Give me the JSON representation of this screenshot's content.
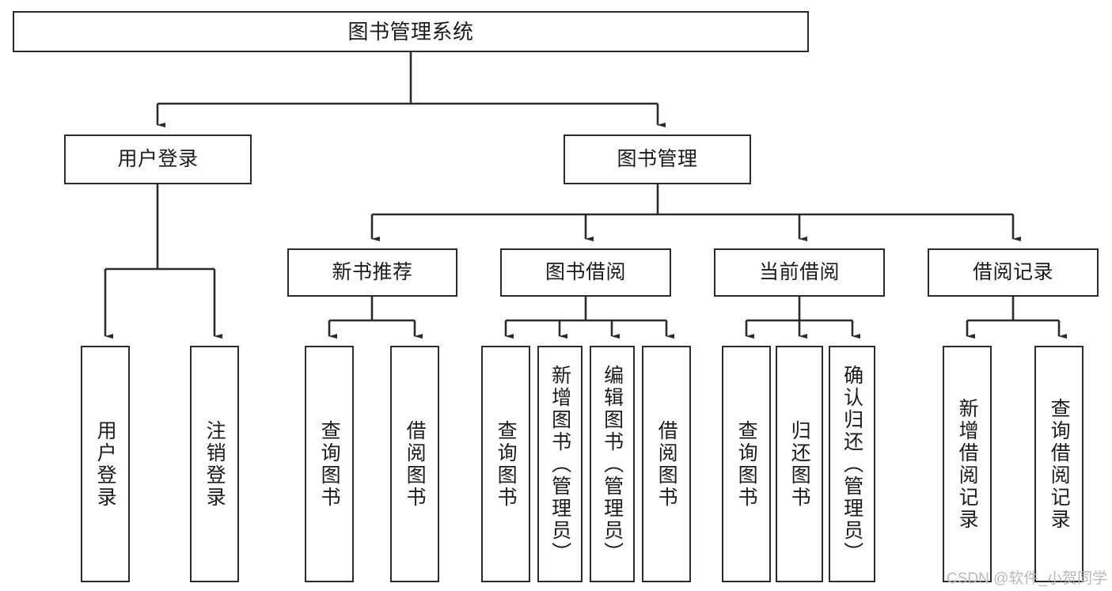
{
  "diagram": {
    "type": "tree",
    "title": "图书管理系统",
    "watermark": "CSDN @软件_小贺同学",
    "line_color": "#2b2b2b",
    "box_fill": "#ffffff",
    "text_color": "#1b1b1b",
    "root": {
      "label": "图书管理系统"
    },
    "level2": [
      {
        "label": "用户登录"
      },
      {
        "label": "图书管理"
      }
    ],
    "level3": [
      {
        "label": "新书推荐"
      },
      {
        "label": "图书借阅"
      },
      {
        "label": "当前借阅"
      },
      {
        "label": "借阅记录"
      }
    ],
    "leaves": [
      {
        "label": "用户登录",
        "parent": "用户登录"
      },
      {
        "label": "注销登录",
        "parent": "用户登录"
      },
      {
        "label": "查询图书",
        "parent": "新书推荐"
      },
      {
        "label": "借阅图书",
        "parent": "新书推荐"
      },
      {
        "label": "查询图书",
        "parent": "图书借阅"
      },
      {
        "label": "新增图书（管理员）",
        "parent": "图书借阅"
      },
      {
        "label": "编辑图书（管理员）",
        "parent": "图书借阅"
      },
      {
        "label": "借阅图书",
        "parent": "图书借阅"
      },
      {
        "label": "查询图书",
        "parent": "当前借阅"
      },
      {
        "label": "归还图书",
        "parent": "当前借阅"
      },
      {
        "label": "确认归还（管理员）",
        "parent": "当前借阅"
      },
      {
        "label": "新增借阅记录",
        "parent": "借阅记录"
      },
      {
        "label": "查询借阅记录",
        "parent": "借阅记录"
      }
    ]
  }
}
